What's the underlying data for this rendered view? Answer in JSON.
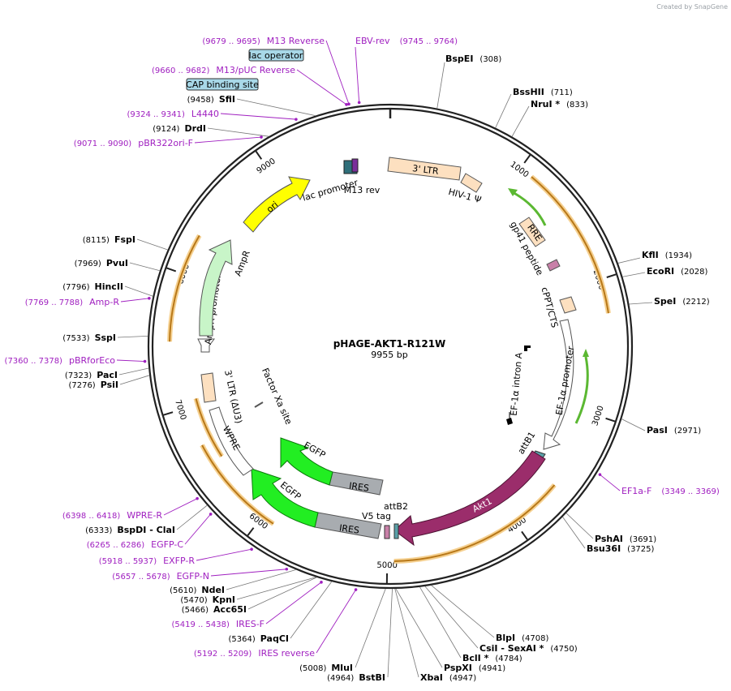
{
  "watermark": "Created by SnapGene",
  "plasmid": {
    "name": "pHAGE-AKT1-R121W",
    "length_label": "9955 bp",
    "length": 9955
  },
  "ticks": [
    {
      "pos": 1000,
      "label": "1000"
    },
    {
      "pos": 2000,
      "label": "2000"
    },
    {
      "pos": 3000,
      "label": "3000"
    },
    {
      "pos": 4000,
      "label": "4000"
    },
    {
      "pos": 5000,
      "label": "5000"
    },
    {
      "pos": 6000,
      "label": "6000"
    },
    {
      "pos": 7000,
      "label": "7000"
    },
    {
      "pos": 8000,
      "label": "8000"
    },
    {
      "pos": 9000,
      "label": "9000"
    }
  ],
  "sites": [
    {
      "name": "BspEI",
      "pos_label": "(308)",
      "pos": 308
    },
    {
      "name": "BssHII",
      "pos_label": "(711)",
      "pos": 711
    },
    {
      "name": "NruI *",
      "pos_label": "(833)",
      "pos": 833
    },
    {
      "name": "KflI",
      "pos_label": "(1934)",
      "pos": 1934
    },
    {
      "name": "EcoRI",
      "pos_label": "(2028)",
      "pos": 2028
    },
    {
      "name": "SpeI",
      "pos_label": "(2212)",
      "pos": 2212
    },
    {
      "name": "PasI",
      "pos_label": "(2971)",
      "pos": 2971
    },
    {
      "name": "PshAI",
      "pos_label": "(3691)",
      "pos": 3691
    },
    {
      "name": "Bsu36I",
      "pos_label": "(3725)",
      "pos": 3725
    },
    {
      "name": "BlpI",
      "pos_label": "(4708)",
      "pos": 4708
    },
    {
      "name": "CsiI - SexAI *",
      "pos_label": "(4750)",
      "pos": 4750
    },
    {
      "name": "BclI *",
      "pos_label": "(4784)",
      "pos": 4784
    },
    {
      "name": "PspXI",
      "pos_label": "(4941)",
      "pos": 4941
    },
    {
      "name": "XbaI",
      "pos_label": "(4947)",
      "pos": 4947
    },
    {
      "name": "BstBI",
      "pos_label": "(4964)",
      "pos": 4964
    },
    {
      "name": "MluI",
      "pos_label": "(5008)",
      "pos": 5008
    },
    {
      "name": "PaqCI",
      "pos_label": "(5364)",
      "pos": 5364
    },
    {
      "name": "Acc65I",
      "pos_label": "(5466)",
      "pos": 5466
    },
    {
      "name": "KpnI",
      "pos_label": "(5470)",
      "pos": 5470
    },
    {
      "name": "NdeI",
      "pos_label": "(5610)",
      "pos": 5610
    },
    {
      "name": "BspDI - ClaI",
      "pos_label": "(6333)",
      "pos": 6333
    },
    {
      "name": "PsiI",
      "pos_label": "(7276)",
      "pos": 7276
    },
    {
      "name": "PacI",
      "pos_label": "(7323)",
      "pos": 7323
    },
    {
      "name": "SspI",
      "pos_label": "(7533)",
      "pos": 7533
    },
    {
      "name": "HincII",
      "pos_label": "(7796)",
      "pos": 7796
    },
    {
      "name": "PvuI",
      "pos_label": "(7969)",
      "pos": 7969
    },
    {
      "name": "FspI",
      "pos_label": "(8115)",
      "pos": 8115
    },
    {
      "name": "DrdI",
      "pos_label": "(9124)",
      "pos": 9124
    },
    {
      "name": "SfiI",
      "pos_label": "(9458)",
      "pos": 9458
    }
  ],
  "primers": [
    {
      "name": "M13 Reverse",
      "range": "(9679 .. 9695)",
      "pos": 9687
    },
    {
      "name": "EBV-rev",
      "range": "(9745 .. 9764)",
      "pos": 9754
    },
    {
      "name": "M13/pUC Reverse",
      "range": "(9660 .. 9682)",
      "pos": 9671
    },
    {
      "name": "L4440",
      "range": "(9324 .. 9341)",
      "pos": 9332
    },
    {
      "name": "pBR322ori-F",
      "range": "(9071 .. 9090)",
      "pos": 9080
    },
    {
      "name": "Amp-R",
      "range": "(7769 .. 7788)",
      "pos": 7778
    },
    {
      "name": "pBRforEco",
      "range": "(7360 .. 7378)",
      "pos": 7369
    },
    {
      "name": "EF1a-F",
      "range": "(3349 .. 3369)",
      "pos": 3359
    },
    {
      "name": "WPRE-R",
      "range": "(6398 .. 6418)",
      "pos": 6408
    },
    {
      "name": "EGFP-C",
      "range": "(6265 .. 6286)",
      "pos": 6275
    },
    {
      "name": "EXFP-R",
      "range": "(5918 .. 5937)",
      "pos": 5927
    },
    {
      "name": "EGFP-N",
      "range": "(5657 .. 5678)",
      "pos": 5667
    },
    {
      "name": "IRES-F",
      "range": "(5419 .. 5438)",
      "pos": 5428
    },
    {
      "name": "IRES reverse",
      "range": "(5192 .. 5209)",
      "pos": 5200
    }
  ],
  "boxed_features": [
    {
      "name": "lac operator"
    },
    {
      "name": "CAP binding site"
    }
  ],
  "features": [
    {
      "name": "3' LTR"
    },
    {
      "name": "HIV-1 Ψ"
    },
    {
      "name": "RRE"
    },
    {
      "name": "gp41 peptide"
    },
    {
      "name": "cPPT/CTS"
    },
    {
      "name": "EF-1α promoter"
    },
    {
      "name": "EF-1α intron A"
    },
    {
      "name": "attB1"
    },
    {
      "name": "Akt1"
    },
    {
      "name": "attB2"
    },
    {
      "name": "V5 tag"
    },
    {
      "name": "IRES"
    },
    {
      "name": "EGFP"
    },
    {
      "name": "IRES"
    },
    {
      "name": "EGFP"
    },
    {
      "name": "WPRE"
    },
    {
      "name": "3' LTR (ΔU3)"
    },
    {
      "name": "Factor Xa site"
    },
    {
      "name": "AmpR promoter"
    },
    {
      "name": "AmpR"
    },
    {
      "name": "ori"
    },
    {
      "name": "lac promoter"
    },
    {
      "name": "M13 rev"
    }
  ],
  "colors": {
    "primer": "#a020c0",
    "akt1": "#9b2d6b",
    "egfp": "#22ee22",
    "ires": "#a8acb0",
    "ori": "#ffff00",
    "ampr": "#c8f5c8",
    "ltr": "#fde0c0",
    "orange": "#f0a030",
    "lacop_box": "#a8d8e8"
  }
}
